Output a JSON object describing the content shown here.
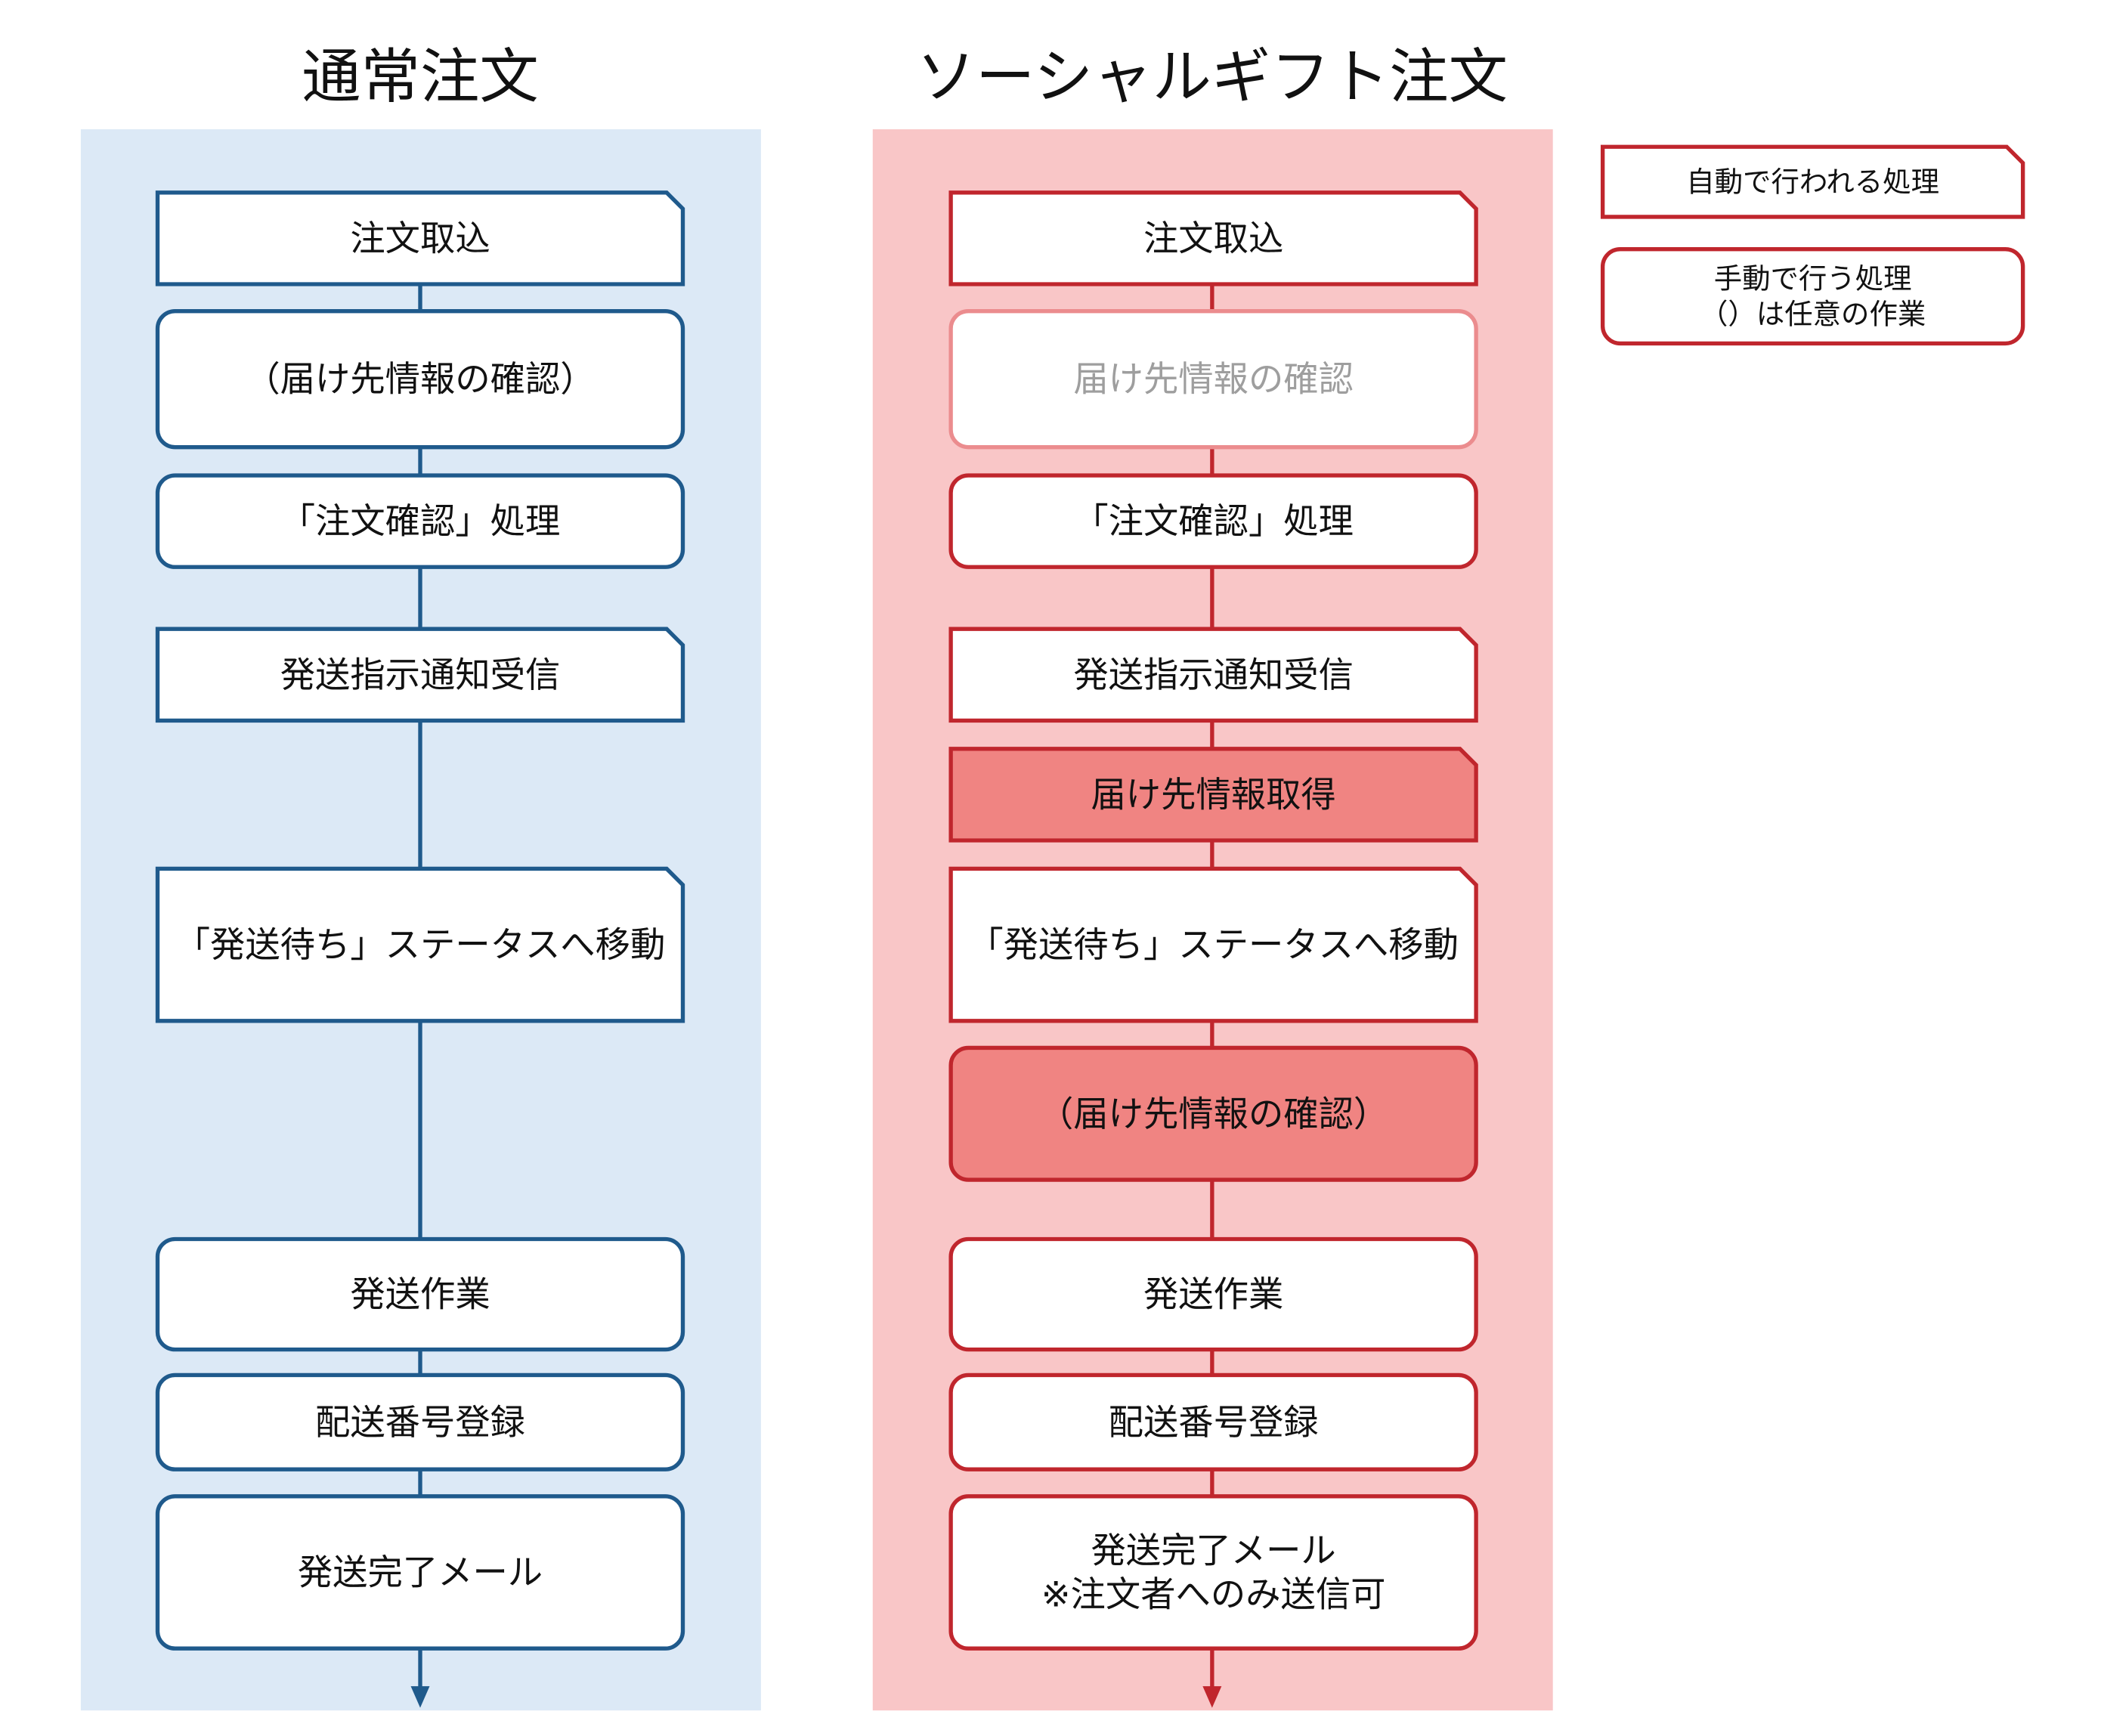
{
  "columns": [
    {
      "id": "normal",
      "title": "通常注文",
      "background": "#dce9f6",
      "stroke": "#1f5a8c",
      "steps": [
        {
          "id": "import",
          "kind": "auto",
          "lines": [
            "注文取込"
          ]
        },
        {
          "id": "check-address",
          "kind": "manual",
          "lines": [
            "（届け先情報の確認）"
          ]
        },
        {
          "id": "confirm",
          "kind": "manual",
          "lines": [
            "「注文確認」処理"
          ]
        },
        {
          "id": "ship-notice",
          "kind": "auto",
          "lines": [
            "発送指示通知受信"
          ]
        },
        {
          "id": "move-status",
          "kind": "auto",
          "lines": [
            "「発送待ち」ステータスへ移動"
          ]
        },
        {
          "id": "ship-work",
          "kind": "manual",
          "lines": [
            "発送作業"
          ]
        },
        {
          "id": "tracking",
          "kind": "manual",
          "lines": [
            "配送番号登録"
          ]
        },
        {
          "id": "mail",
          "kind": "manual",
          "lines": [
            "発送完了メール"
          ]
        }
      ]
    },
    {
      "id": "social",
      "title": "ソーシャルギフト注文",
      "background": "#f9c6c7",
      "stroke": "#c0262d",
      "faded_stroke": "#eb8c8e",
      "faded_text": "#9e9e9e",
      "highlight_fill": "#f08482",
      "steps": [
        {
          "id": "import",
          "kind": "auto",
          "lines": [
            "注文取込"
          ]
        },
        {
          "id": "check-address-disabled",
          "kind": "manual",
          "style": "faded",
          "lines": [
            "届け先情報の確認"
          ]
        },
        {
          "id": "confirm",
          "kind": "manual",
          "lines": [
            "「注文確認」処理"
          ]
        },
        {
          "id": "ship-notice",
          "kind": "auto",
          "lines": [
            "発送指示通知受信"
          ]
        },
        {
          "id": "get-address",
          "kind": "auto",
          "style": "highlight",
          "lines": [
            "届け先情報取得"
          ]
        },
        {
          "id": "move-status",
          "kind": "auto",
          "lines": [
            "「発送待ち」ステータスへ移動"
          ]
        },
        {
          "id": "check-address",
          "kind": "manual",
          "style": "highlight",
          "lines": [
            "（届け先情報の確認）"
          ]
        },
        {
          "id": "ship-work",
          "kind": "manual",
          "lines": [
            "発送作業"
          ]
        },
        {
          "id": "tracking",
          "kind": "manual",
          "lines": [
            "配送番号登録"
          ]
        },
        {
          "id": "mail",
          "kind": "manual",
          "lines": [
            "発送完了メール",
            "※注文者へのみ送信可"
          ]
        }
      ]
    }
  ],
  "legend": {
    "stroke": "#c0262d",
    "items": [
      {
        "id": "auto",
        "kind": "auto",
        "lines": [
          "自動で行われる処理"
        ]
      },
      {
        "id": "manual",
        "kind": "manual",
        "lines": [
          "手動で行う処理",
          "（）は任意の作業"
        ]
      }
    ]
  }
}
